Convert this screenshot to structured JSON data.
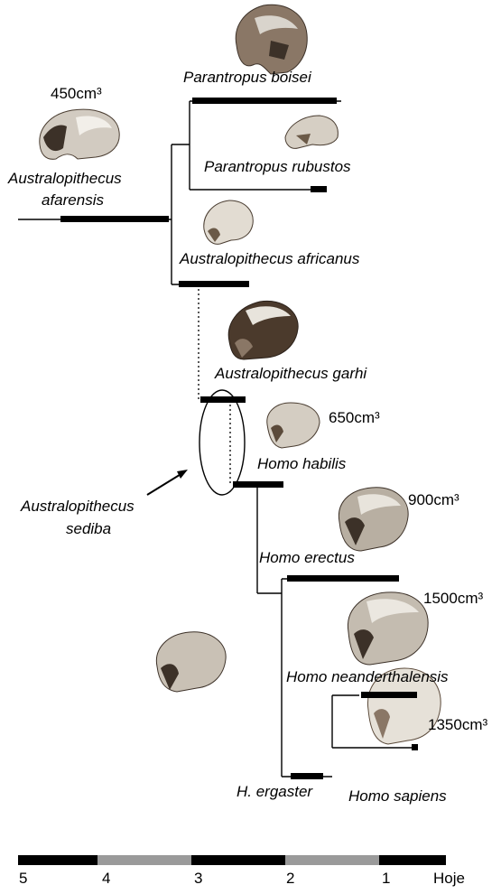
{
  "species": {
    "afarensis": {
      "name_line1": "Australopithecus",
      "name_line2": "afarensis",
      "volume": "450cm³"
    },
    "boisei": {
      "name": "Parantropus boisei"
    },
    "robustus": {
      "name": "Parantropus rubustos"
    },
    "africanus": {
      "name": "Australopithecus africanus"
    },
    "garhi": {
      "name": "Australopithecus garhi"
    },
    "habilis": {
      "name": "Homo habilis",
      "volume": "650cm³"
    },
    "sediba": {
      "name_line1": "Australopithecus",
      "name_line2": "sediba"
    },
    "erectus": {
      "name": "Homo erectus",
      "volume": "900cm³"
    },
    "neanderthalensis": {
      "name": "Homo neanderthalensis",
      "volume": "1500cm³"
    },
    "sapiens": {
      "name": "Homo sapiens",
      "volume": "1350cm³"
    },
    "ergaster": {
      "name": "H. ergaster"
    }
  },
  "timescale": {
    "ticks": [
      "5",
      "4",
      "3",
      "2",
      "1",
      "Hoje"
    ],
    "segment_colors": [
      "#000000",
      "#9a9a9a",
      "#000000",
      "#9a9a9a",
      "#000000"
    ]
  },
  "colors": {
    "line": "#000000",
    "skull_light": "#d9d4cc",
    "skull_dark": "#5b4a3a"
  }
}
